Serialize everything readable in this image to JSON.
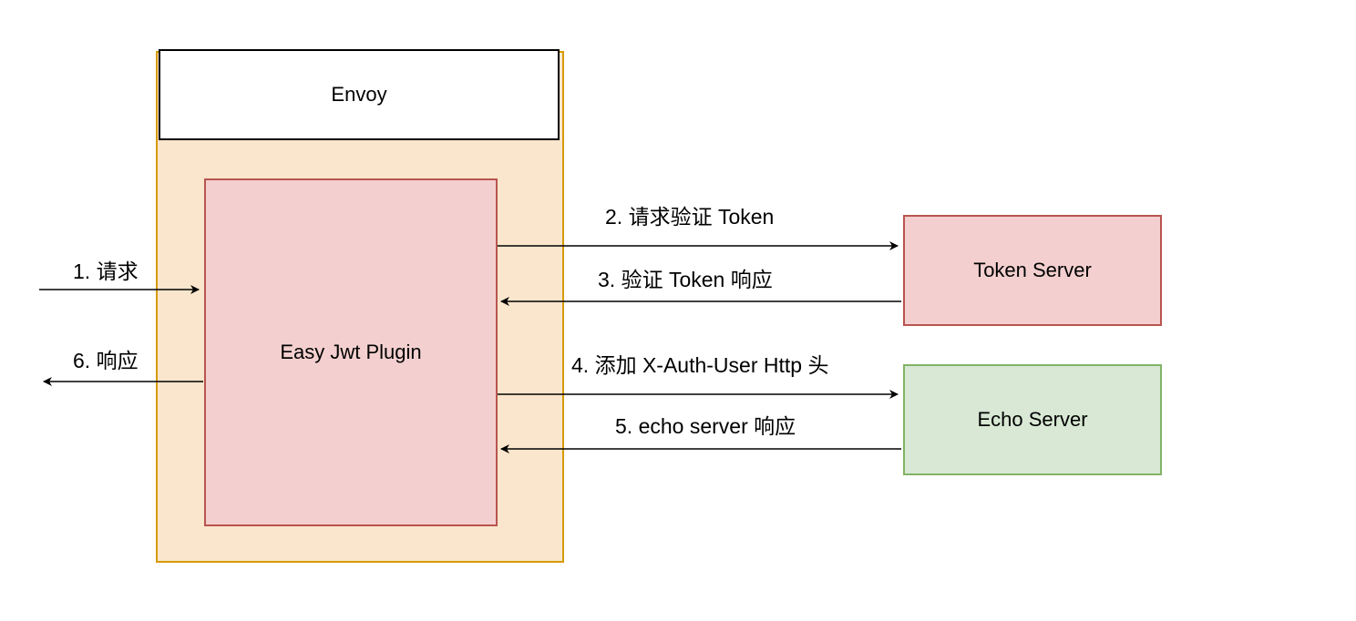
{
  "nodes": {
    "envoy": {
      "label": "Envoy"
    },
    "plugin": {
      "label": "Easy Jwt Plugin"
    },
    "token_server": {
      "label": "Token Server"
    },
    "echo_server": {
      "label": "Echo Server"
    }
  },
  "edges": {
    "step1": "1. 请求",
    "step2": "2. 请求验证 Token",
    "step3": "3. 验证  Token 响应",
    "step4": "4. 添加 X-Auth-User Http 头",
    "step5": "5. echo server 响应",
    "step6": "6. 响应"
  },
  "colors": {
    "envoy_fill": "#fae6cc",
    "envoy_stroke": "#d79b00",
    "plugin_fill": "#f3d0cf",
    "plugin_stroke": "#b85450",
    "echo_fill": "#d8e8d4",
    "echo_stroke": "#82b366",
    "arrow": "#000000"
  }
}
